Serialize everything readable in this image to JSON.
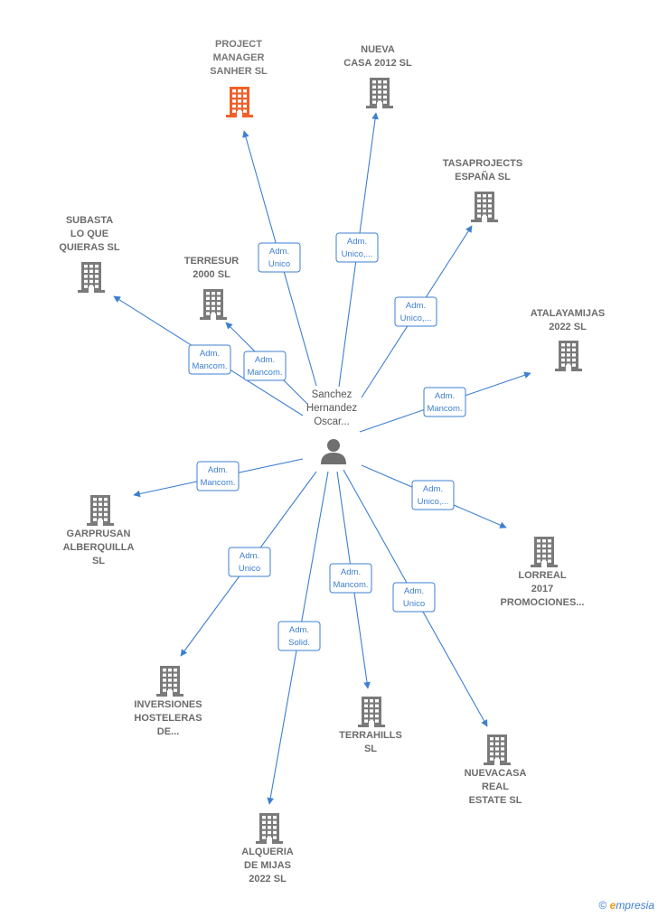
{
  "center": {
    "name_lines": [
      "Sanchez",
      "Hernandez",
      "Oscar..."
    ],
    "icon": "person-icon"
  },
  "companies": [
    {
      "id": "project-manager-sanher",
      "lines": [
        "PROJECT",
        "MANAGER",
        "SANHER  SL"
      ],
      "highlight": true,
      "role_lines": [
        "Adm.",
        "Unico"
      ]
    },
    {
      "id": "nueva-casa-2012",
      "lines": [
        "NUEVA",
        "CASA 2012 SL"
      ],
      "highlight": false,
      "role_lines": [
        "Adm.",
        "Unico,..."
      ]
    },
    {
      "id": "tasaprojects-espana",
      "lines": [
        "TASAPROJECTS",
        "ESPAÑA  SL"
      ],
      "highlight": false,
      "role_lines": [
        "Adm.",
        "Unico,..."
      ]
    },
    {
      "id": "subasta-lo-que-quieras",
      "lines": [
        "SUBASTA",
        "LO QUE",
        "QUIERAS  SL"
      ],
      "highlight": false,
      "role_lines": [
        "Adm.",
        "Mancom."
      ]
    },
    {
      "id": "terresur-2000",
      "lines": [
        "TERRESUR",
        "2000  SL"
      ],
      "highlight": false,
      "role_lines": [
        "Adm.",
        "Mancom."
      ]
    },
    {
      "id": "atalayamijas-2022",
      "lines": [
        "ATALAYAMIJAS",
        "2022  SL"
      ],
      "highlight": false,
      "role_lines": [
        "Adm.",
        "Mancom."
      ]
    },
    {
      "id": "garprusan-alberquilla",
      "lines": [
        "GARPRUSAN",
        "ALBERQUILLA",
        "SL"
      ],
      "highlight": false,
      "role_lines": [
        "Adm.",
        "Mancom."
      ]
    },
    {
      "id": "lorreal-2017",
      "lines": [
        "LORREAL",
        "2017",
        "PROMOCIONES..."
      ],
      "highlight": false,
      "role_lines": [
        "Adm.",
        "Unico,..."
      ]
    },
    {
      "id": "inversiones-hosteleras",
      "lines": [
        "INVERSIONES",
        "HOSTELERAS",
        "DE..."
      ],
      "highlight": false,
      "role_lines": [
        "Adm.",
        "Unico"
      ]
    },
    {
      "id": "terrahills",
      "lines": [
        "TERRAHILLS",
        "SL"
      ],
      "highlight": false,
      "role_lines": [
        "Adm.",
        "Mancom."
      ]
    },
    {
      "id": "nuevacasa-real-estate",
      "lines": [
        "NUEVACASA",
        "REAL",
        "ESTATE  SL"
      ],
      "highlight": false,
      "role_lines": [
        "Adm.",
        "Unico"
      ]
    },
    {
      "id": "alqueria-de-mijas",
      "lines": [
        "ALQUERIA",
        "DE MIJAS",
        "2022  SL"
      ],
      "highlight": false,
      "role_lines": [
        "Adm.",
        "Solid."
      ]
    }
  ],
  "colors": {
    "edge": "#3d7fd1",
    "building": "#7a7a7a",
    "building_highlight": "#f0602a",
    "person": "#6f6f6f"
  },
  "footer": {
    "copyright": "©",
    "brand_initial": "e",
    "brand_rest": "mpresia"
  }
}
